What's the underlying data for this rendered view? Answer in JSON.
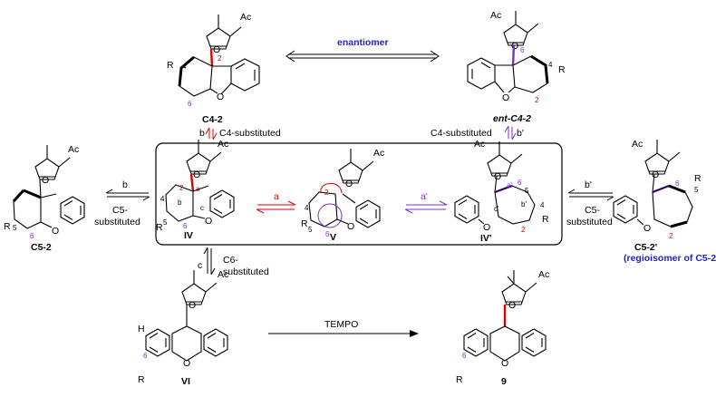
{
  "compounds": {
    "c4_2": "C4-2",
    "ent_c4_2": "ent-C4-2",
    "c5_2": "C5-2",
    "c5_2_prime": "C5-2'",
    "iv": "IV",
    "v": "V",
    "iv_prime": "IV'",
    "vi": "VI",
    "nine": "9",
    "regio_note": "(regioisomer of C5-2)"
  },
  "arrows": {
    "enantiomer": "enantiomer",
    "b": "b",
    "b_prime": "b'",
    "c": "c",
    "a": "a",
    "a_prime": "a'",
    "c4_substituted": "C4-substituted",
    "c5_line1": "C5-",
    "c5_line2": "substituted",
    "c6_line1": "C6-",
    "c6_line2": "substituted",
    "tempo": "TEMPO"
  },
  "atoms": {
    "ac": "Ac",
    "o": "O",
    "r": "R",
    "h": "H",
    "n2": "2",
    "n4": "4",
    "n5": "5",
    "n6": "6",
    "a": "a",
    "b": "b",
    "c": "c",
    "a_p": "a'",
    "b_p": "b'",
    "c_p": "c'"
  },
  "colors": {
    "red": "#e00000",
    "purple": "#7a2fcf",
    "blue": "#1f1fd6"
  }
}
